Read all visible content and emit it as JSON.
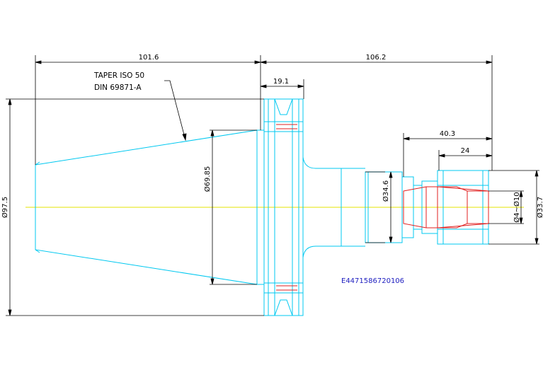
{
  "colors": {
    "outline": "#00c8f0",
    "collet": "#e02020",
    "centerline": "#e6e600",
    "dimension": "#000000",
    "part_number": "#2020c0",
    "background": "#ffffff"
  },
  "dimensions": {
    "taper_length": "101.6",
    "overall_length": "106.2",
    "flange_width": "19.1",
    "nose_length": "40.3",
    "nut_length": "24",
    "flange_diameter": "Ø97.5",
    "gauge_diameter": "Ø69.85",
    "body_diameter": "Ø34.6",
    "nut_diameter": "Ø33.7",
    "clamping_range": "Ø4~Ø10"
  },
  "note": {
    "line1": "TAPER ISO 50",
    "line2": "DIN 69871-A"
  },
  "part_number": "E4471586720106"
}
